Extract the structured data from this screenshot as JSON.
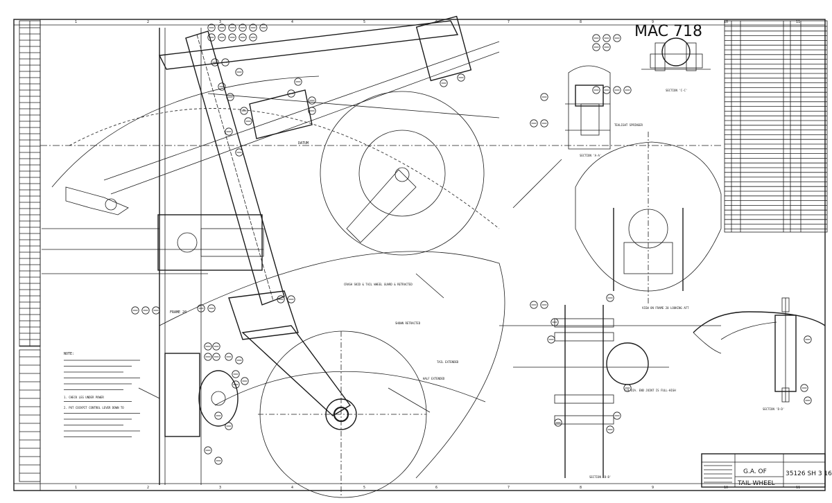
{
  "drawing": {
    "stamp": "MAC 718",
    "title_line1": "G.A. OF",
    "title_line2": "TAIL WHEEL",
    "number": "35126 SH 3 16",
    "column_numbers": [
      "1",
      "2",
      "3",
      "4",
      "5",
      "6",
      "7",
      "8",
      "9",
      "10",
      "11"
    ],
    "sections": {
      "cc": "SECTION 'C-C'",
      "aa": "SECTION 'A-A'",
      "bb": "SECTION 'B-B'",
      "dd": "SECTION 'D-D'",
      "view_frame": "VIEW ON FRAME 20 LOOKING AFT"
    },
    "frame_label": "FRAME 20",
    "datum": "DATUM",
    "notes": {
      "note": "NOTE:",
      "checks": [
        "1. CHECK LEG UNDER POWER",
        "2. PUT COCKPIT CONTROL LEVER DOWN TO"
      ]
    },
    "annotations": {
      "anno1": "TEALIGHT SPRINGER",
      "anno2": "CRASH SKID & TAIL WHEEL GUARD & RETRACTED",
      "anno3": "HALF EXTENDED",
      "anno4": "SHOWN RETRACTED",
      "anno5": "TAIL EXTENDED",
      "anno6": "7/8 DIA. END JOINT IS FULL-HIGH"
    }
  }
}
